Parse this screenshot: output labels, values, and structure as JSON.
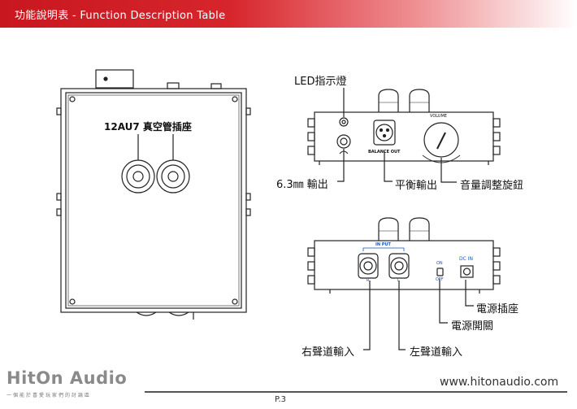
{
  "header": {
    "title": "功能說明表 - Function Description Table",
    "color_start": "#c8171f"
  },
  "top_view": {
    "tube_socket_label": "12AU7 真空管插座"
  },
  "front_view": {
    "led_label": "LED指示燈",
    "headphone_label": "6.3㎜ 輸出",
    "balance_label": "平衡輸出",
    "volume_label": "音量調整旋鈕",
    "panel_text": {
      "volume": "VOLUME",
      "balance_out": "BALANCE  OUT"
    }
  },
  "rear_view": {
    "power_socket_label": "電源插座",
    "power_switch_label": "電源開關",
    "right_input_label": "右聲道輸入",
    "left_input_label": "左聲道輸入",
    "panel_text": {
      "input": "IN PUT",
      "r": "R",
      "l": "L",
      "on": "ON",
      "off": "OFF",
      "dc_in": "DC  IN"
    },
    "panel_text_color": "#1a56b8"
  },
  "footer": {
    "brand": "HitOn Audio",
    "tagline": "一個能於喜愛玩家們的討論區",
    "website": "www.hitonaudio.com",
    "page": "P.3"
  }
}
